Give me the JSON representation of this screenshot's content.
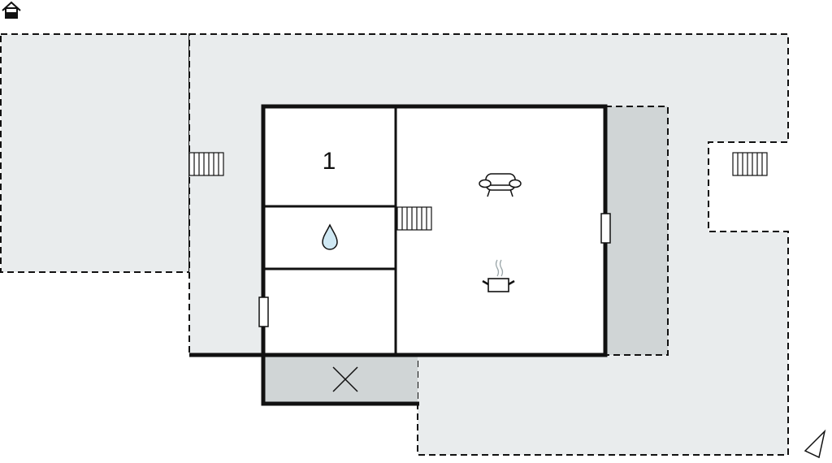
{
  "plan": {
    "rooms": [
      {
        "id": "bedroom",
        "label": "1"
      },
      {
        "id": "bathroom",
        "icon": "water-drop-icon"
      },
      {
        "id": "hall"
      },
      {
        "id": "living-kitchen",
        "icons": [
          "sofa-icon",
          "cooking-pot-icon"
        ]
      }
    ],
    "legend_icons": [
      "house-icon",
      "north-arrow-icon"
    ]
  },
  "colors": {
    "terrace": "#e9eced",
    "covered": "#d0d5d6",
    "wall": "#111111",
    "water": "#cfe8f3"
  }
}
